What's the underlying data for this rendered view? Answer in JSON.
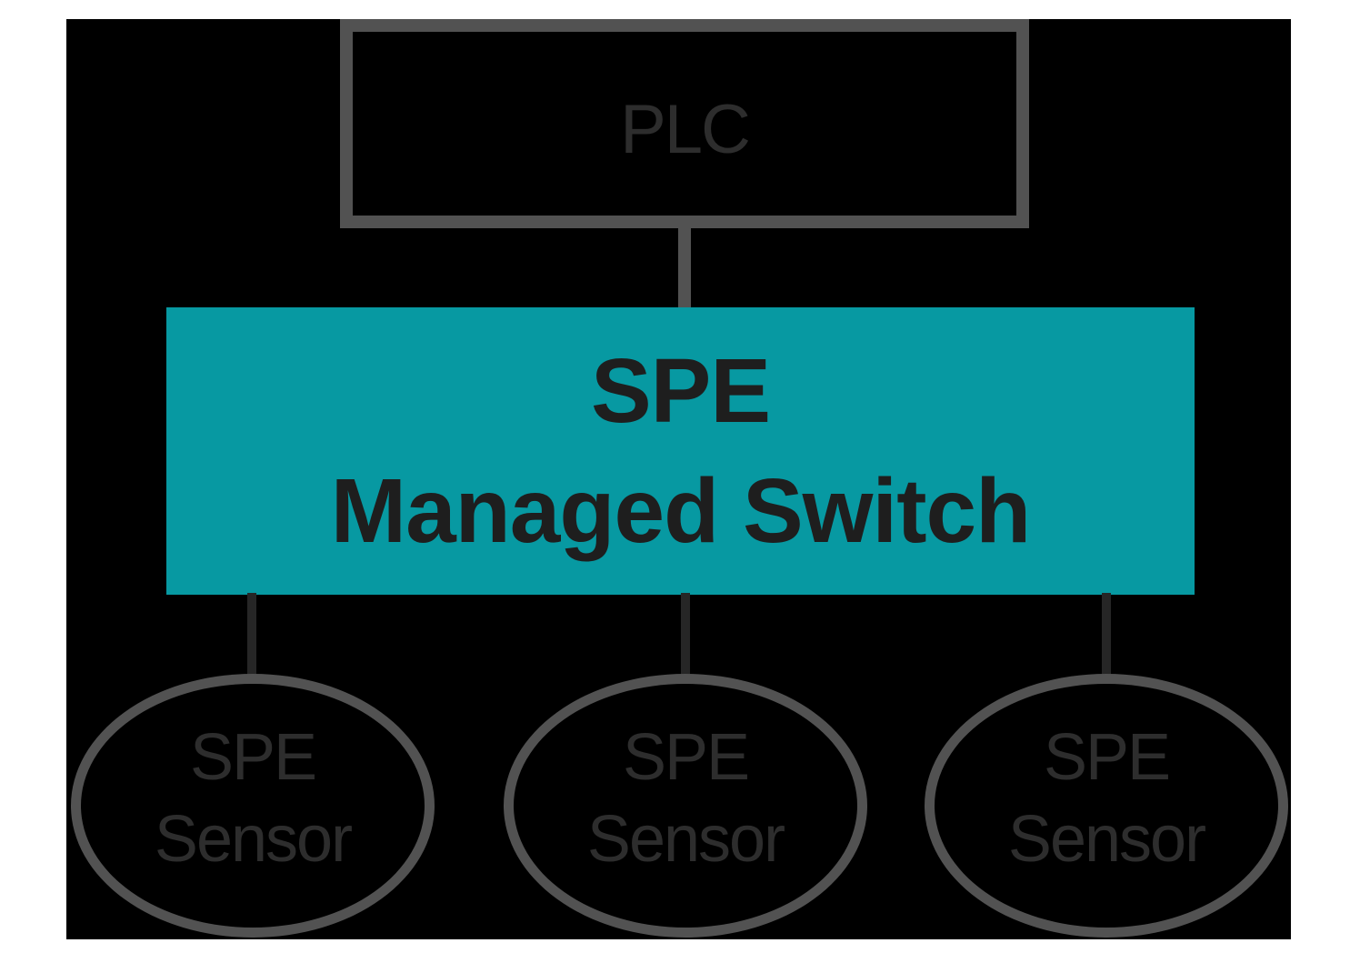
{
  "colors": {
    "margin_bg": "#ffffff",
    "canvas_bg": "#000000",
    "outline_gray": "#525252",
    "connector_dark": "#262626",
    "teal_fill": "#0799A2",
    "switch_text": "#1e1e1e",
    "node_text": "#2d2d2d"
  },
  "nodes": {
    "plc": {
      "label": "PLC"
    },
    "switch": {
      "line1": "SPE",
      "line2": "Managed Switch"
    },
    "sensors": [
      {
        "line1": "SPE",
        "line2": "Sensor"
      },
      {
        "line1": "SPE",
        "line2": "Sensor"
      },
      {
        "line1": "SPE",
        "line2": "Sensor"
      }
    ]
  }
}
